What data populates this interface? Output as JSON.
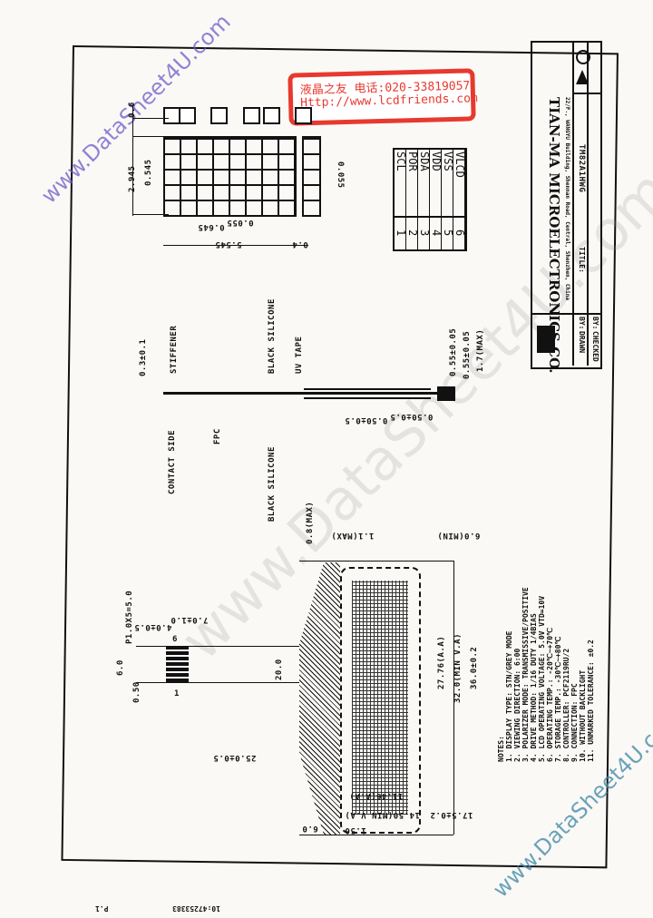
{
  "stamp": {
    "line1": "液晶之友 电话:020-33819057",
    "line2": "Http://www.lcdfriends.com",
    "color": "#e8392e"
  },
  "watermarks": [
    "www.DataSheet4U.com",
    "www.DataSheet4U.com",
    "www.DataSheet4U.com"
  ],
  "title_block": {
    "company": "TIAN-MA MICROELECTRONICS CO.",
    "address": "22/F., WANGYU Building, Shennan Road, Central, Shenzhen, China",
    "title_label": "TITLE:",
    "title_value": "TM82A1HWG",
    "drawn_label": "DRAWN",
    "drawn_by": "BY:",
    "checked_label": "CHECKED",
    "checked_by": "BY:",
    "projection_symbol": "third-angle-projection-icon"
  },
  "pin_table": {
    "pins": [
      {
        "no": "1",
        "name": "SCL"
      },
      {
        "no": "2",
        "name": "POR"
      },
      {
        "no": "3",
        "name": "SDA"
      },
      {
        "no": "4",
        "name": "VDD"
      },
      {
        "no": "5",
        "name": "VSS"
      },
      {
        "no": "6",
        "name": "VLCD"
      }
    ]
  },
  "character_detail": {
    "dims": [
      "0.6",
      "2.945",
      "0.545",
      "0.055",
      "0.645",
      "0.055",
      "5.545",
      "0.4",
      "0.055"
    ]
  },
  "side_view": {
    "labels": [
      "STIFFENER",
      "BLACK SILICONE",
      "UV TAPE",
      "CONTACT SIDE",
      "FPC",
      "BLACK SILICONE"
    ],
    "dims": [
      "0.3±0.1",
      "0.55±0.05",
      "0.55±0.05",
      "1.7(MAX)",
      "0.50±0.5",
      "0.50±0.5"
    ]
  },
  "front_view": {
    "dims": [
      "0.8(MAX)",
      "1.1(MAX)",
      "6.0(MIN)",
      "P1.0X5=5.0",
      "4.0±0.5",
      "7.0±1.0",
      "6.0",
      "0.50",
      "20.0",
      "25.0±0.5",
      "27.76(A.A)",
      "32.0(MIN V.A)",
      "36.0±0.2",
      "11.46(A.A)",
      "14.50(MIN V.A)",
      "17.5±0.2",
      "1.50",
      "6.0"
    ],
    "pin_marks": [
      "1",
      "6"
    ]
  },
  "notes": {
    "title": "NOTES:",
    "items": [
      "1. DISPLAY TYPE:  STN/GREY MODE",
      "2. VIEWING DIRECTION:  6:00",
      "3. POLARIZER MODE:  TRANSMISSIVE/POSITIVE",
      "4. DRIVE METHOD:  1/16 DUTY  1/4BIAS",
      "5. LCD OPERATING VOLTAGE:  5.0V  VTD=10V",
      "6. OPERATING TEMP.:  -20℃~+70℃",
      "7. STORAGE TEMP.:  -30℃~+80℃",
      "8. CONTROLLER:  PCF2119RU/2",
      "9. CONNECTION:  FPC",
      "10. WITHOUT BACKLIGHT",
      "11. UNMARKED TOLERANCE:  ±0.2"
    ]
  },
  "footer": {
    "page": "P.1",
    "fax": "10:47253383"
  }
}
